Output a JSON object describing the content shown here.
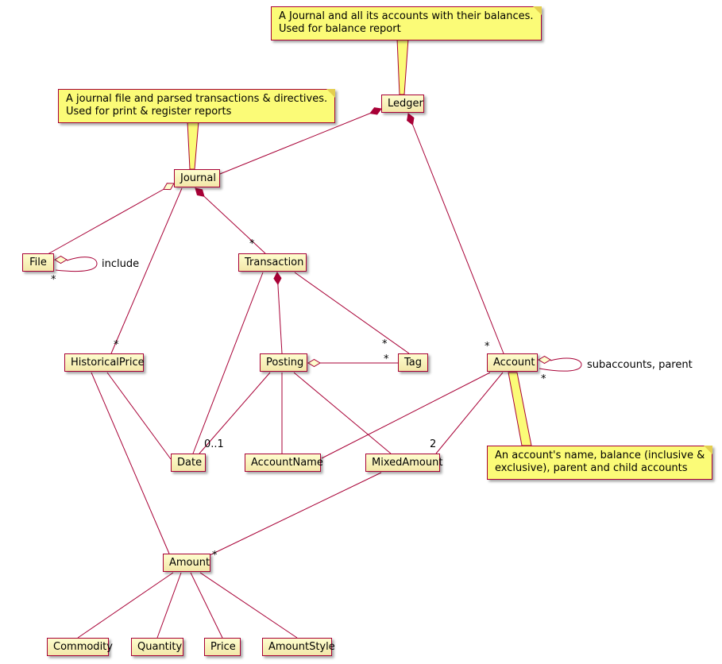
{
  "diagram": {
    "type": "uml-class-diagram",
    "colors": {
      "edge": "#A80036",
      "node_border": "#A80036",
      "node_fill": "#FEFECE",
      "note_fill": "#FBFB77"
    },
    "nodes": {
      "ledger": {
        "label": "Ledger"
      },
      "journal": {
        "label": "Journal"
      },
      "file": {
        "label": "File"
      },
      "transaction": {
        "label": "Transaction"
      },
      "historical_price": {
        "label": "HistoricalPrice"
      },
      "posting": {
        "label": "Posting"
      },
      "tag": {
        "label": "Tag"
      },
      "account": {
        "label": "Account"
      },
      "date": {
        "label": "Date"
      },
      "account_name": {
        "label": "AccountName"
      },
      "mixed_amount": {
        "label": "MixedAmount"
      },
      "amount": {
        "label": "Amount"
      },
      "commodity": {
        "label": "Commodity"
      },
      "quantity": {
        "label": "Quantity"
      },
      "price": {
        "label": "Price"
      },
      "amount_style": {
        "label": "AmountStyle"
      }
    },
    "notes": {
      "ledger_note": {
        "text": "A Journal and all its accounts with their balances.\nUsed for balance report"
      },
      "journal_note": {
        "text": "A journal file and parsed transactions & directives.\nUsed for print & register reports"
      },
      "account_note": {
        "text": "An account's name, balance (inclusive &\nexclusive), parent and child accounts"
      }
    },
    "labels": {
      "include": "include",
      "subaccounts": "subaccounts, parent",
      "file_include_mult": "*",
      "journal_transaction_mult": "*",
      "journal_historical_price_mult": "*",
      "transaction_tag_mult": "*",
      "posting_tag_mult": "*",
      "ledger_account_mult": "*",
      "account_self_mult": "*",
      "posting_date_mult": "0..1",
      "account_mixed_amount_mult": "2",
      "mixed_amount_amount_mult": "*"
    },
    "edges": [
      {
        "from": "Ledger",
        "to": "Journal",
        "type": "composition"
      },
      {
        "from": "Ledger",
        "to": "Account",
        "type": "composition",
        "target_multiplicity": "*"
      },
      {
        "from": "Journal",
        "to": "File",
        "type": "aggregation"
      },
      {
        "from": "File",
        "to": "File",
        "type": "aggregation",
        "label": "include",
        "target_multiplicity": "*"
      },
      {
        "from": "Journal",
        "to": "Transaction",
        "type": "composition",
        "target_multiplicity": "*"
      },
      {
        "from": "Journal",
        "to": "HistoricalPrice",
        "type": "association",
        "target_multiplicity": "*"
      },
      {
        "from": "Transaction",
        "to": "Posting",
        "type": "composition"
      },
      {
        "from": "Transaction",
        "to": "Tag",
        "type": "association",
        "target_multiplicity": "*"
      },
      {
        "from": "Transaction",
        "to": "Date",
        "type": "association"
      },
      {
        "from": "Posting",
        "to": "Tag",
        "type": "aggregation",
        "target_multiplicity": "*"
      },
      {
        "from": "Posting",
        "to": "Date",
        "type": "association",
        "target_multiplicity": "0..1"
      },
      {
        "from": "Posting",
        "to": "AccountName",
        "type": "association"
      },
      {
        "from": "Posting",
        "to": "MixedAmount",
        "type": "association"
      },
      {
        "from": "Account",
        "to": "Account",
        "type": "aggregation",
        "label": "subaccounts, parent",
        "target_multiplicity": "*"
      },
      {
        "from": "Account",
        "to": "AccountName",
        "type": "association"
      },
      {
        "from": "Account",
        "to": "MixedAmount",
        "type": "association",
        "target_multiplicity": "2"
      },
      {
        "from": "MixedAmount",
        "to": "Amount",
        "type": "association",
        "target_multiplicity": "*"
      },
      {
        "from": "HistoricalPrice",
        "to": "Date",
        "type": "association"
      },
      {
        "from": "HistoricalPrice",
        "to": "Amount",
        "type": "association"
      },
      {
        "from": "Amount",
        "to": "Commodity",
        "type": "association"
      },
      {
        "from": "Amount",
        "to": "Quantity",
        "type": "association"
      },
      {
        "from": "Amount",
        "to": "Price",
        "type": "association"
      },
      {
        "from": "Amount",
        "to": "AmountStyle",
        "type": "association"
      }
    ]
  }
}
